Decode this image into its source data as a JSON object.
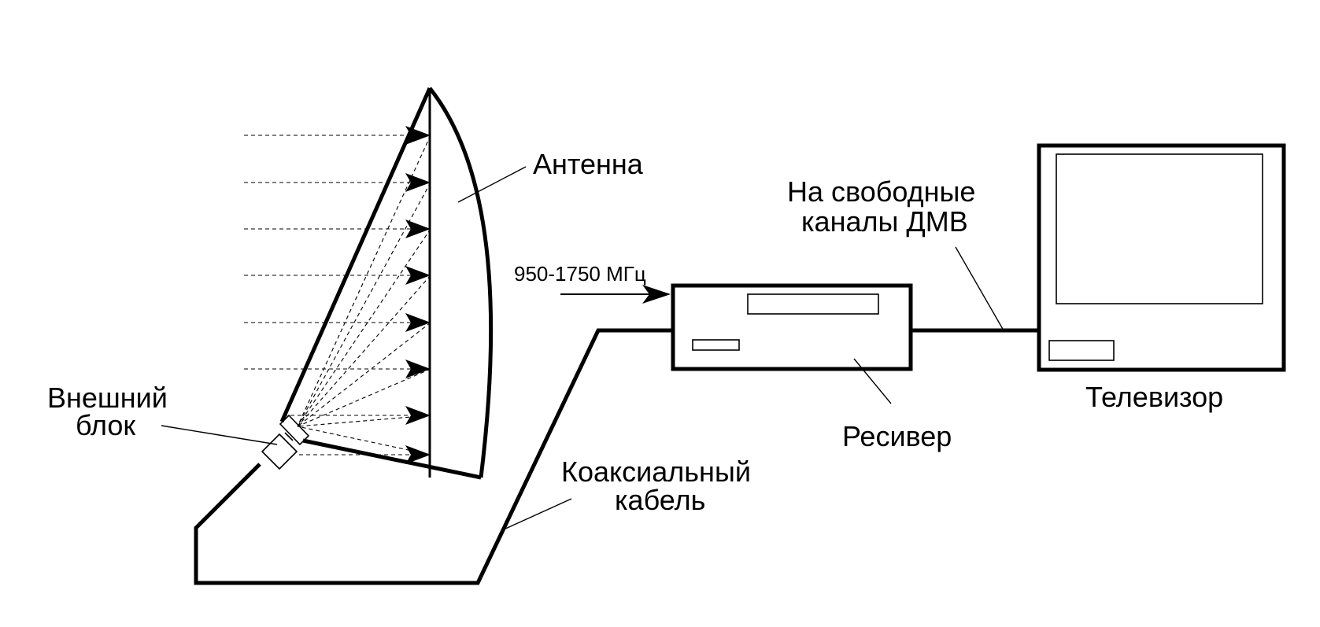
{
  "labels": {
    "antenna": "Антенна",
    "outdoor_unit_line1": "Внешний",
    "outdoor_unit_line2": "блок",
    "frequency": "950-1750 МГц",
    "uhf_line1": "На свободные",
    "uhf_line2": "каналы ДМВ",
    "tv": "Телевизор",
    "receiver": "Ресивер",
    "coax_line1": "Коаксиальный",
    "coax_line2": "кабель"
  },
  "colors": {
    "stroke": "#000000",
    "background": "#ffffff"
  }
}
